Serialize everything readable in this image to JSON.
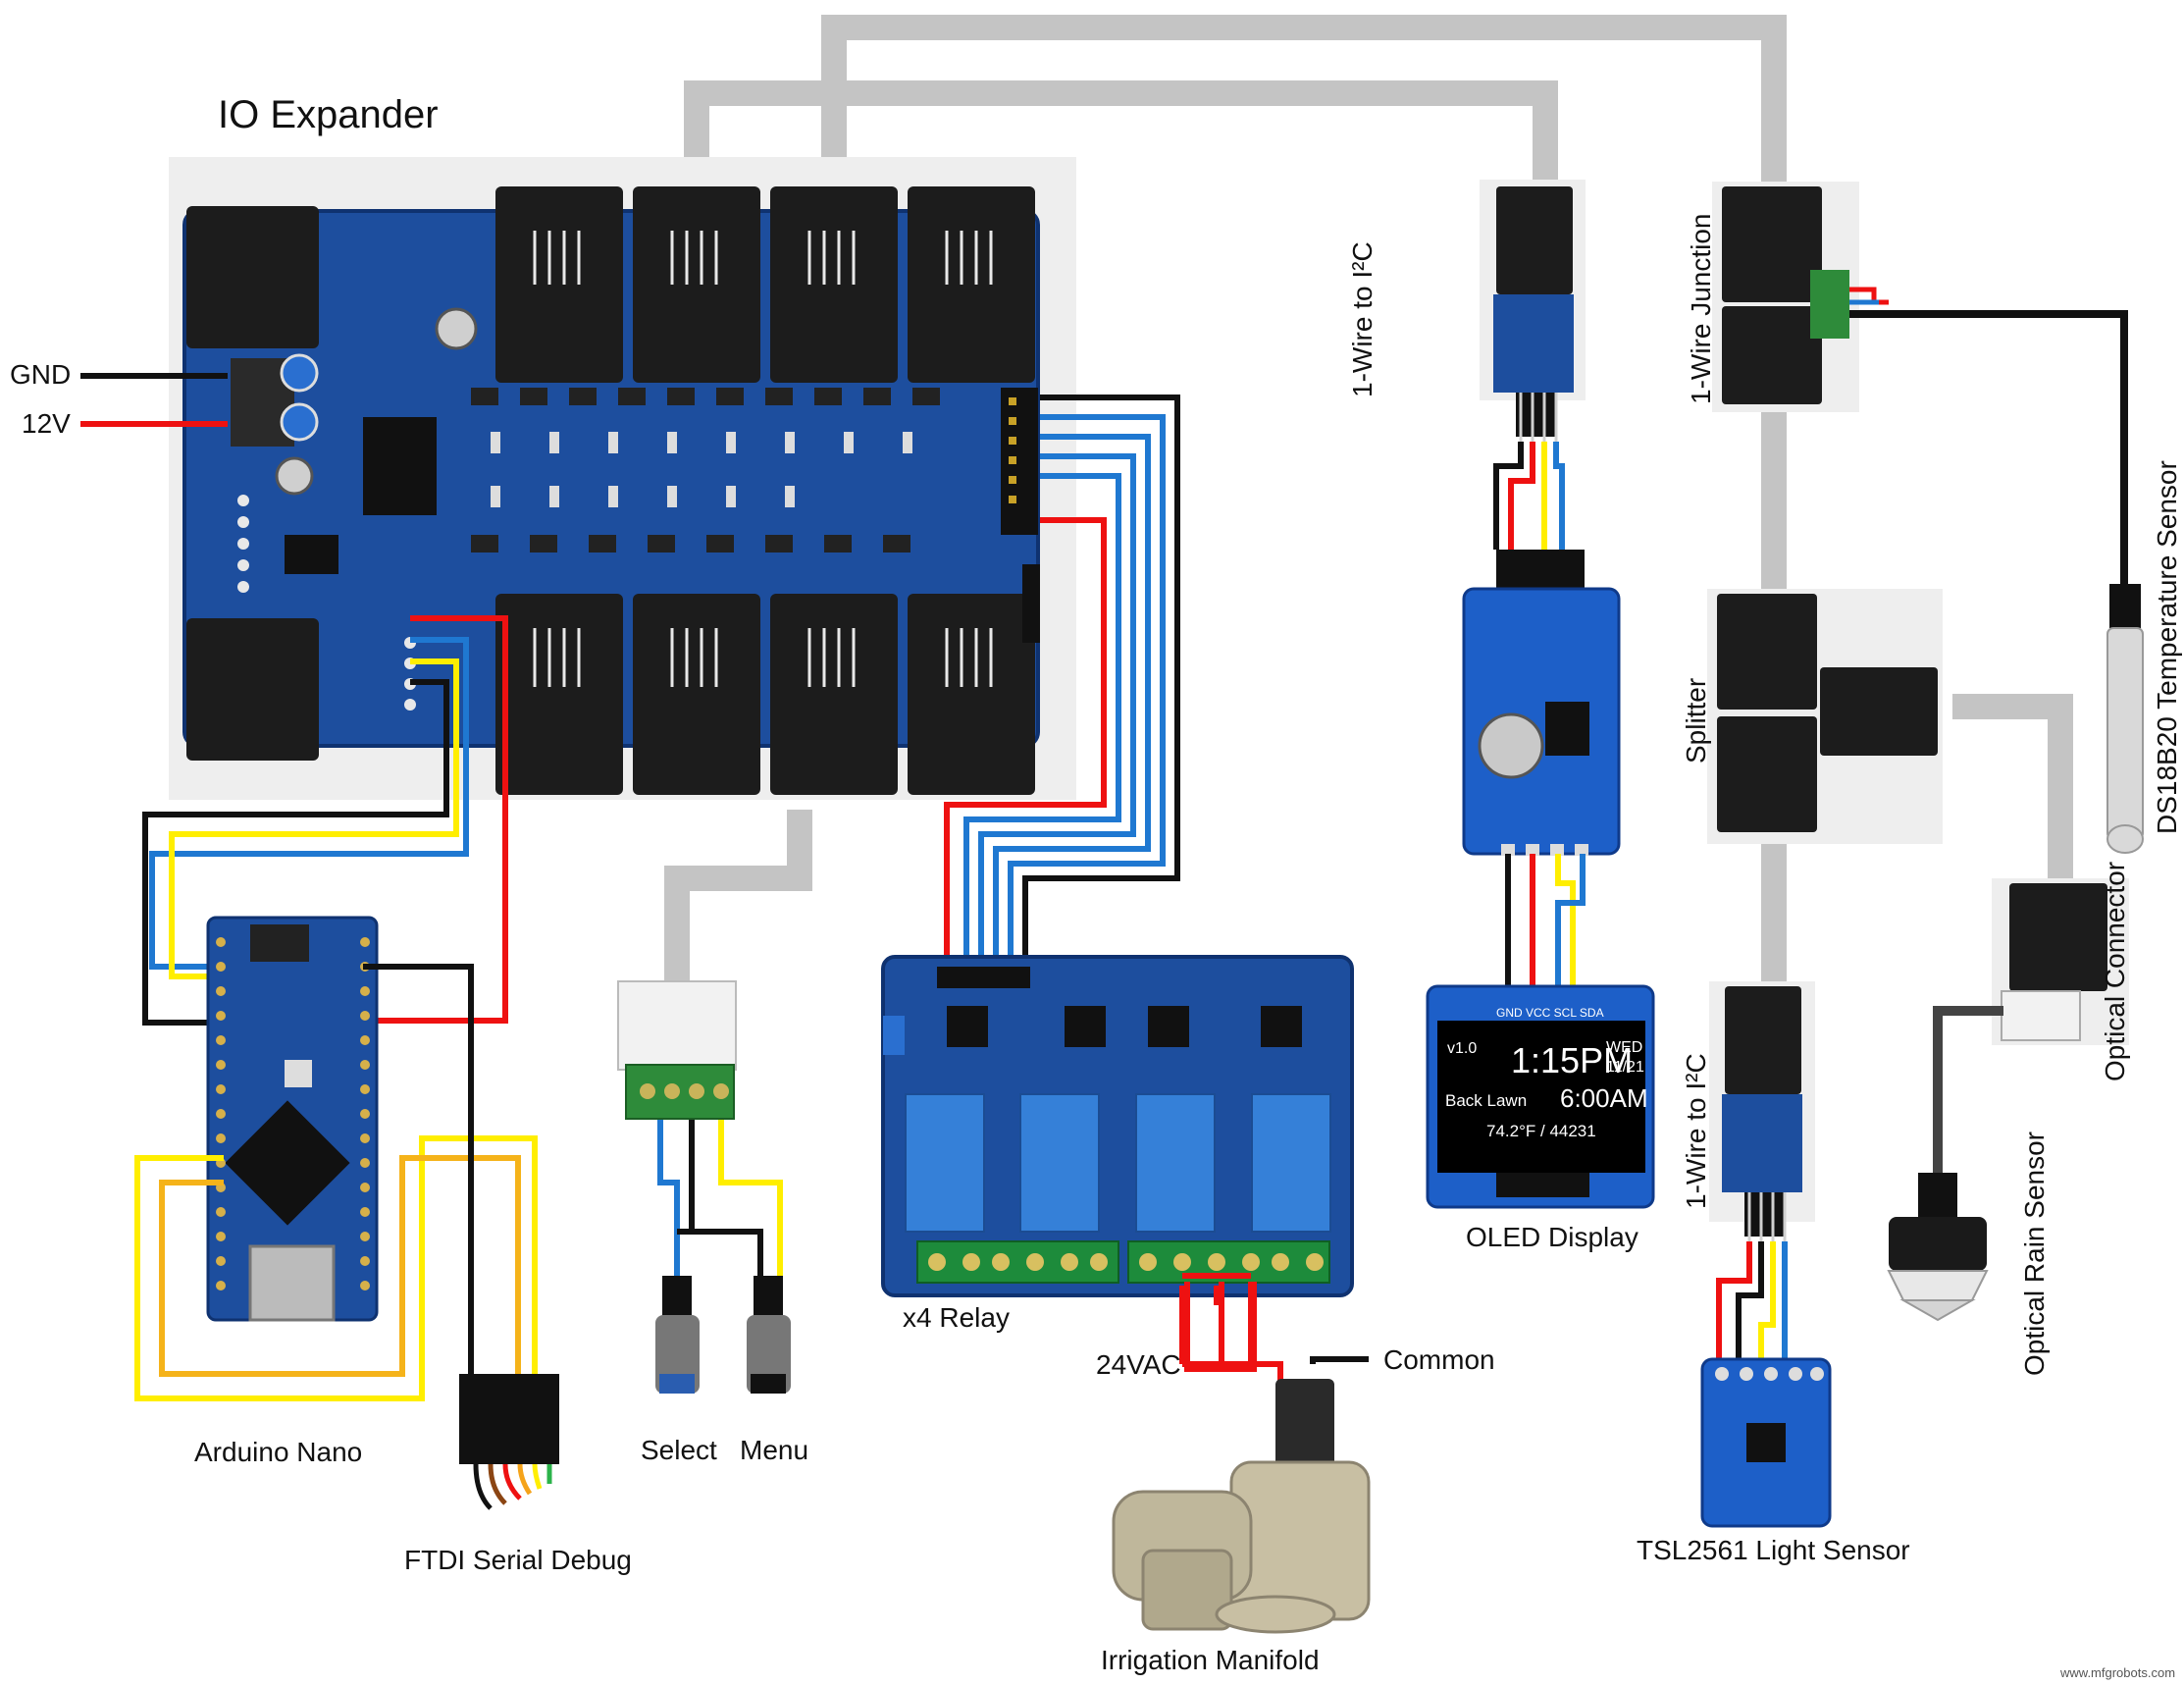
{
  "labels": {
    "io_expander": "IO Expander",
    "gnd": "GND",
    "v12": "12V",
    "arduino_nano": "Arduino Nano",
    "ftdi": "FTDI Serial Debug",
    "select": "Select",
    "menu": "Menu",
    "relay": "x4 Relay",
    "vac24": "24VAC",
    "common": "Common",
    "manifold": "Irrigation Manifold",
    "wire_to_i2c_top": "1-Wire to I²C",
    "oled": "OLED Display",
    "junction": "1-Wire Junction",
    "splitter": "Splitter",
    "wire_to_i2c_bottom": "1-Wire to I²C",
    "tsl": "TSL2561 Light Sensor",
    "optical_connector": "Optical Connector",
    "optical_rain": "Optical Rain Sensor",
    "ds18b20": "DS18B20 Temperature Sensor",
    "watermark": "www.mfgrobots.com"
  },
  "oled_screen": {
    "version": "v1.0",
    "time": "1:15PM",
    "day": "WED",
    "date": "11/21",
    "zone": "Back Lawn",
    "next": "6:00AM",
    "reading": "74.2°F / 44231"
  },
  "pin_text": {
    "oled_pins": "GND VCC SCL SDA"
  },
  "colors": {
    "cable_gray": "#c4c4c4",
    "wire_black": "#111111",
    "wire_red": "#ee1111",
    "wire_blue": "#1f78d1",
    "wire_yellow": "#ffee00",
    "wire_orange": "#f5b31a",
    "pcb_blue": "#1d4e9e",
    "pcb_dark": "#123a7a",
    "jack_black": "#1c1c1c"
  }
}
